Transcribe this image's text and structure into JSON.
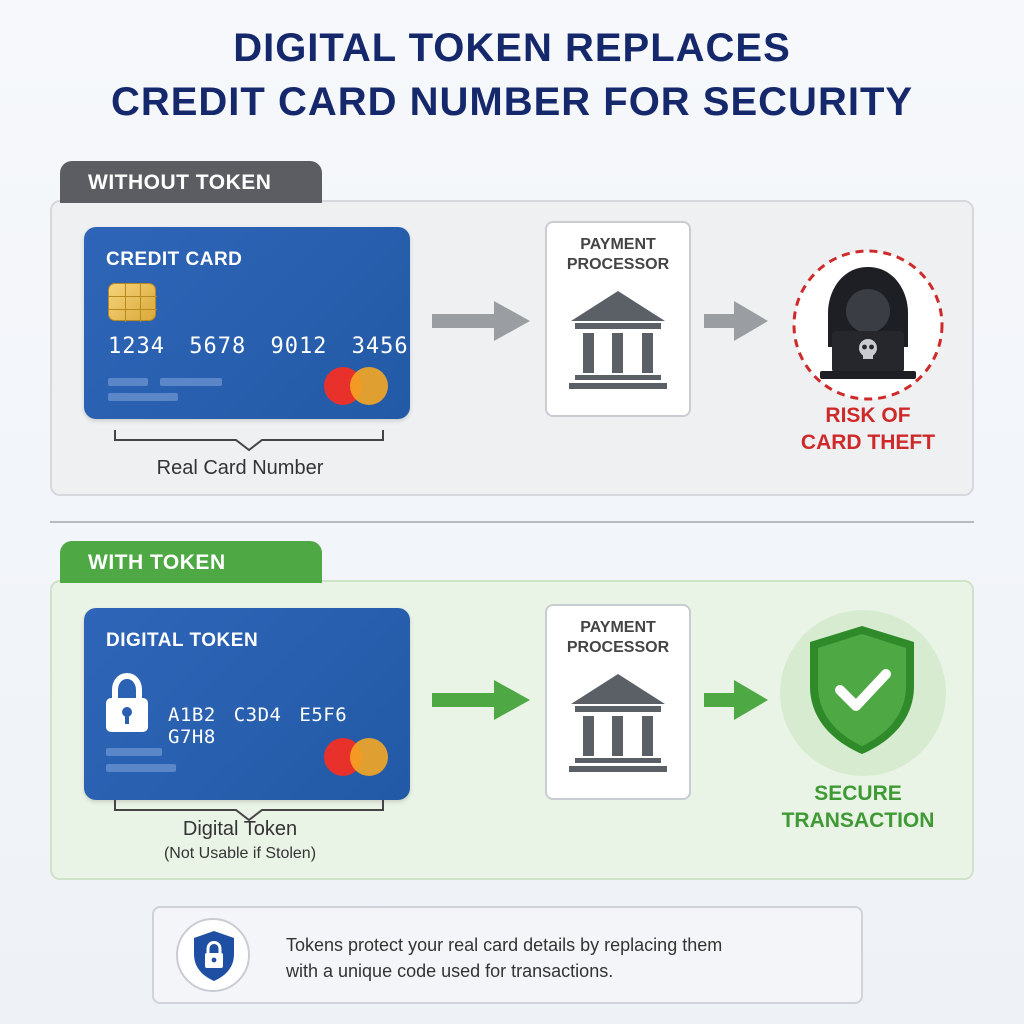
{
  "title": {
    "line1": "DIGITAL TOKEN REPLACES",
    "line2": "CREDIT CARD NUMBER FOR SECURITY"
  },
  "without_token": {
    "tab_label": "WITHOUT TOKEN",
    "card": {
      "title": "CREDIT CARD",
      "number": "1234 5678 9012 3456",
      "chip_icon": "chip-icon",
      "brand_icon": "mastercard-logo"
    },
    "card_caption": "Real Card Number",
    "processor_label_line1": "PAYMENT",
    "processor_label_line2": "PROCESSOR",
    "processor_icon": "bank-icon",
    "outcome_icon": "hacker-icon",
    "outcome_line1": "RISK OF",
    "outcome_line2": "CARD THEFT",
    "outcome_color": "#cf2a2a"
  },
  "with_token": {
    "tab_label": "WITH TOKEN",
    "card": {
      "title": "DIGITAL TOKEN",
      "number": "A1B2 C3D4 E5F6 G7H8",
      "lock_icon": "lock-icon",
      "brand_icon": "mastercard-logo"
    },
    "card_caption": "Digital Token",
    "card_subcaption": "(Not Usable if Stolen)",
    "processor_label_line1": "PAYMENT",
    "processor_label_line2": "PROCESSOR",
    "processor_icon": "bank-icon",
    "outcome_icon": "shield-check-icon",
    "outcome_line1": "SECURE",
    "outcome_line2": "TRANSACTION",
    "outcome_color": "#3f9a36"
  },
  "info": {
    "icon": "shield-lock-icon",
    "line1": "Tokens protect your real card details by replacing them",
    "line2": "with a unique code used for transactions."
  },
  "colors": {
    "title": "#14286b",
    "card_blue": "#2a5fb0",
    "gray_tab": "#5b5d62",
    "green_tab": "#4ea844",
    "arrow_gray": "#9a9da2",
    "arrow_green": "#4ea844"
  }
}
